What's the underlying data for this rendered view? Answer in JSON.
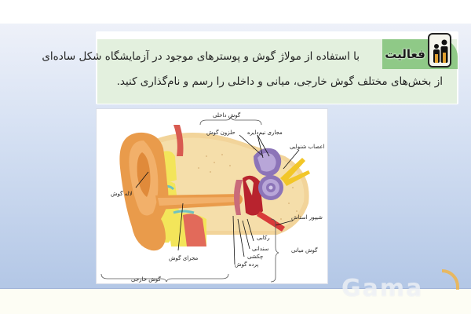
{
  "activity": {
    "tab_label": "فعالیت",
    "icon": "people-icon",
    "text_line1": "با استفاده از مولاژ گوش و پوسترهای موجود در آزمایشگاه شکل ساده‌ای",
    "text_line2": "از بخش‌های مختلف گوش خارجی، میانی و داخلی را رسم و نام‌گذاری کنید."
  },
  "diagram": {
    "labels": {
      "inner_ear": "گوش داخلی",
      "cochlea": "حلزون گوش",
      "semicircular_canals": "مجاری نیم‌دایره",
      "auditory_nerves": "اعصاب شنوایی",
      "pinna": "لاله گوش",
      "eustachian_tube": "شیپور استاش",
      "stapes": "رکابی",
      "incus": "سندانی",
      "malleus": "چکشی",
      "eardrum": "پرده گوش",
      "middle_ear": "گوش میانی",
      "ear_canal": "مجرای گوش",
      "outer_ear": "گوش خارجی"
    }
  },
  "watermark": {
    "text": "Gama",
    "accent_color": "#f0b54a"
  },
  "colors": {
    "tab_green": "#8fc987",
    "card_green": "#e3f0de",
    "slide_blue": "#b3c7e6"
  }
}
